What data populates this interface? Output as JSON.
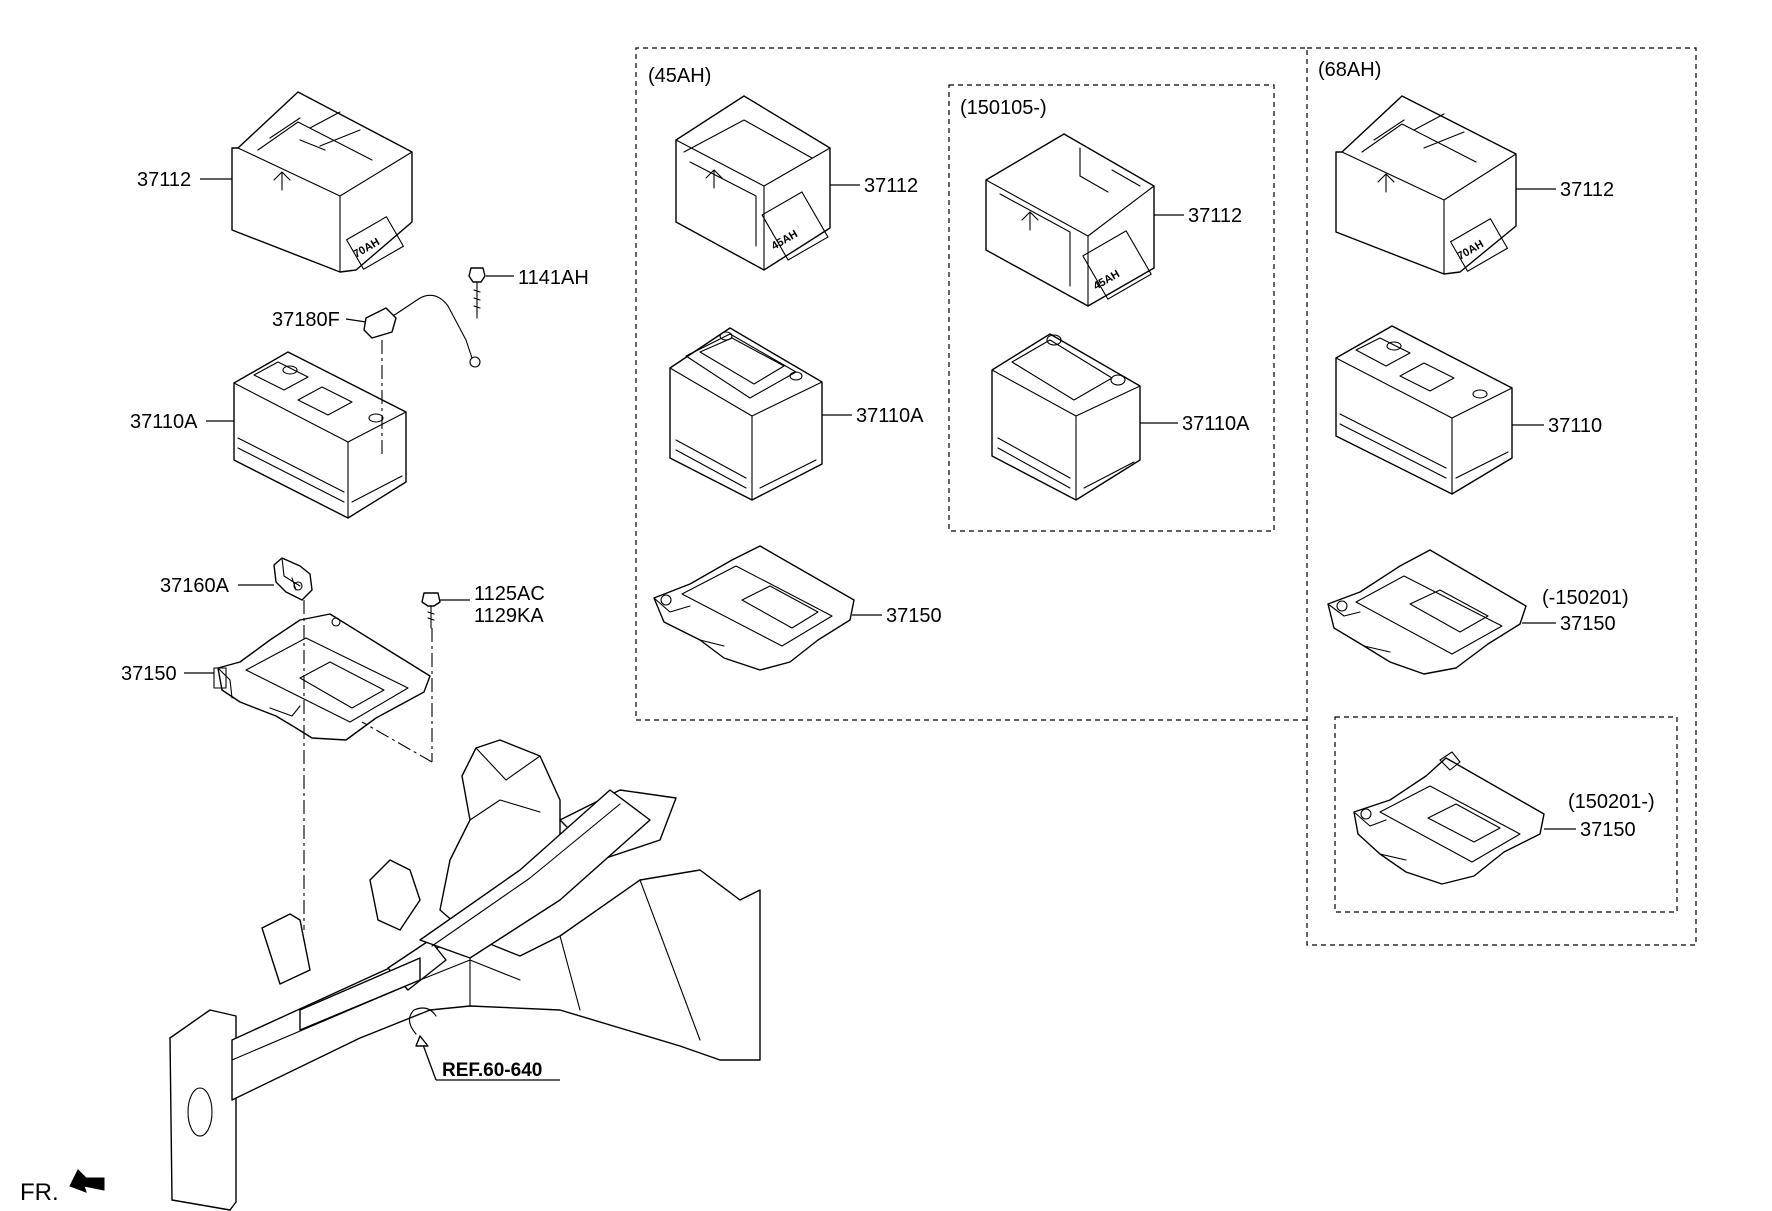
{
  "labels": {
    "main_tray_cover": "37112",
    "main_bolt": "1141AH",
    "main_cable": "37180F",
    "main_battery": "37110A",
    "main_clamp": "37160A",
    "main_bolt_a": "1125AC",
    "main_bolt_b": "1129KA",
    "main_tray": "37150",
    "ref_note": "REF.60-640",
    "front_marker": "FR.",
    "g45_header": "(45AH)",
    "g45_cover": "37112",
    "g45_battery": "37110A",
    "g45_tray": "37150",
    "g150105_header": "(150105-)",
    "g150105_cover": "37112",
    "g150105_battery": "37110A",
    "g68_header": "(68AH)",
    "g68_cover": "37112",
    "g68_battery": "37110",
    "g68_tray_early_date": "(-150201)",
    "g68_tray_early": "37150",
    "g150201_header": "(150201-)",
    "g150201_tray": "37150"
  },
  "stamps": {
    "cap_70": "70AH",
    "cap_45": "45AH"
  }
}
